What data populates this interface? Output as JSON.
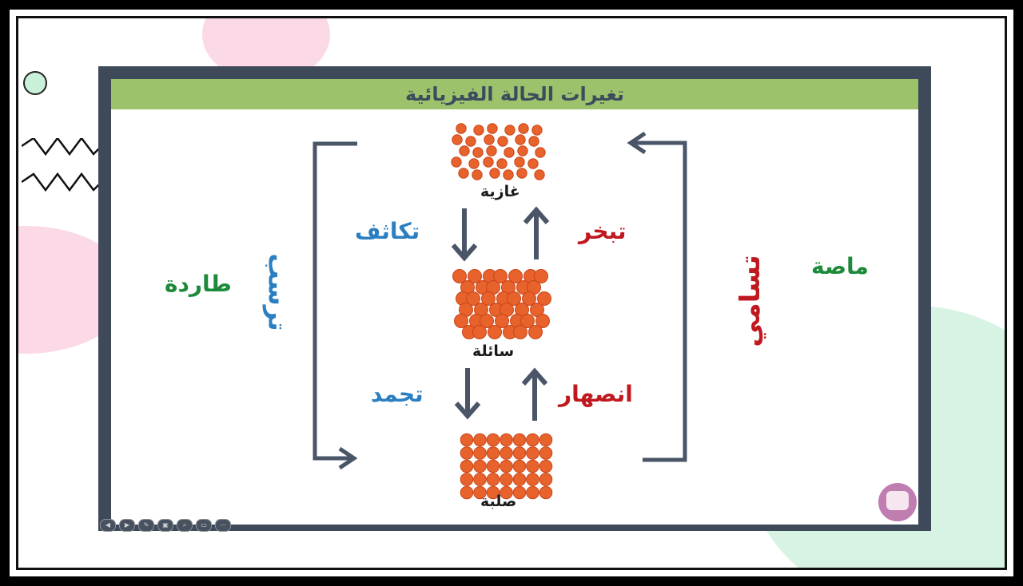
{
  "title": "تغيرات الحالة الفيزيائية",
  "states": {
    "gas": "غازية",
    "liquid": "سائلة",
    "solid": "صلبة"
  },
  "processes": {
    "condensation": "تكاثف",
    "evaporation": "تبخر",
    "freezing": "تجمد",
    "melting": "انصهار",
    "deposition": "ترسب",
    "sublimation": "تسامي"
  },
  "side_labels": {
    "exothermic": "طاردة",
    "endothermic": "ماصة"
  },
  "colors": {
    "particle": "#e8622c",
    "arrow": "#4a5568",
    "title_bar": "#9cc26b",
    "slide_frame": "#3e4a5a",
    "blue_text": "#2b7fc1",
    "red_text": "#c0181f",
    "green_text": "#1c8a3a"
  },
  "icons": [
    "prev-icon",
    "next-icon",
    "pen-icon",
    "copy-icon",
    "zoom-icon",
    "subtitle-icon",
    "more-icon"
  ]
}
